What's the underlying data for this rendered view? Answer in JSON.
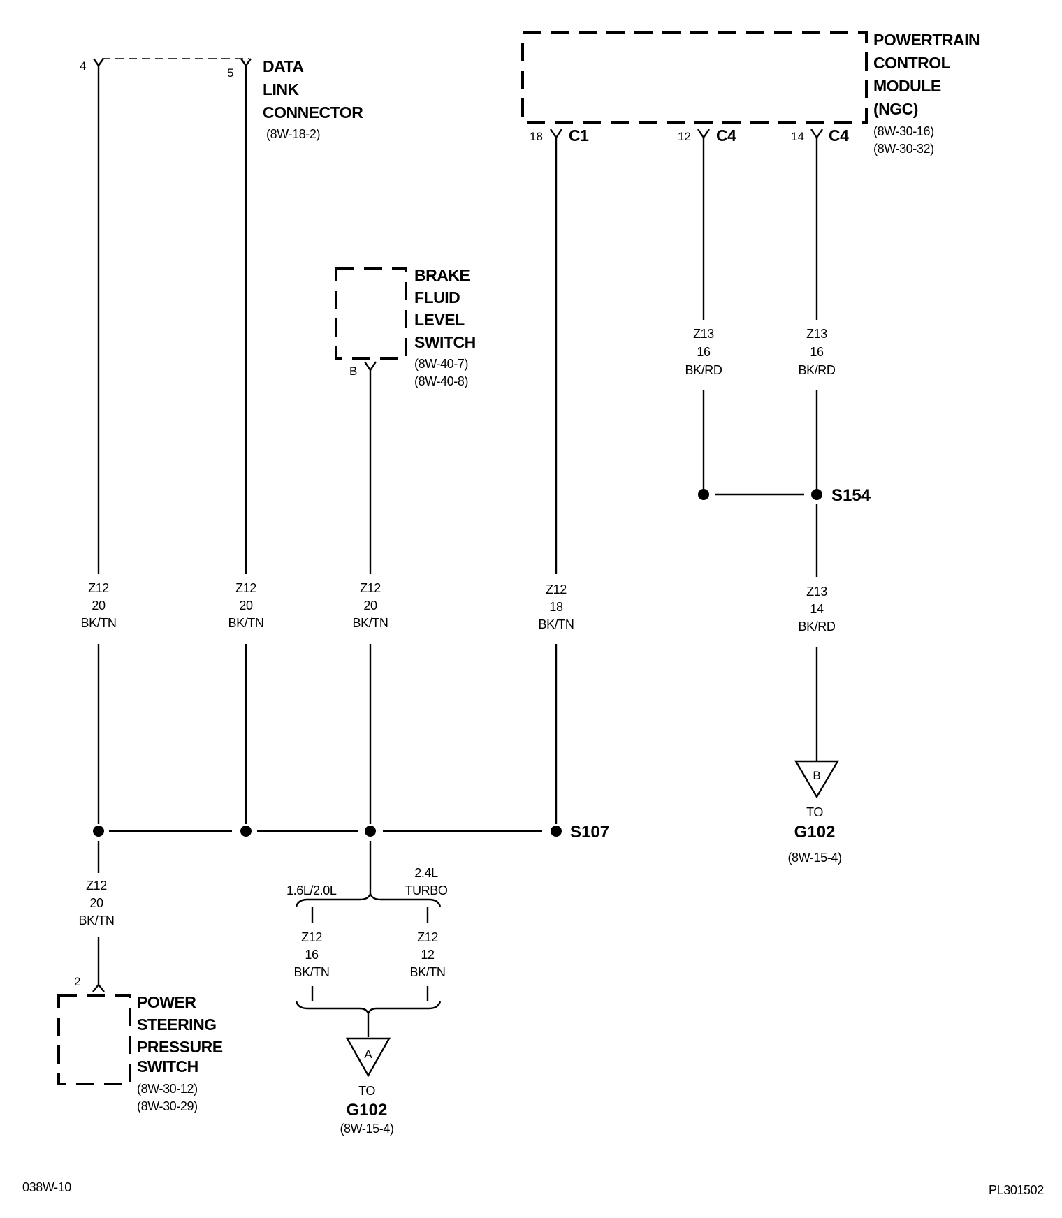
{
  "page": {
    "code_left": "038W-10",
    "code_right": "PL301502"
  },
  "data_link_connector": {
    "name": [
      "DATA",
      "LINK",
      "CONNECTOR"
    ],
    "ref": "(8W-18-2)",
    "pin_a": "4",
    "pin_b": "5"
  },
  "pcm": {
    "name": [
      "POWERTRAIN",
      "CONTROL",
      "MODULE",
      "(NGC)"
    ],
    "refs": [
      "(8W-30-16)",
      "(8W-30-32)"
    ],
    "pins": [
      {
        "num": "18",
        "conn": "C1"
      },
      {
        "num": "12",
        "conn": "C4"
      },
      {
        "num": "14",
        "conn": "C4"
      }
    ]
  },
  "brake_switch": {
    "name": [
      "BRAKE",
      "FLUID",
      "LEVEL",
      "SWITCH"
    ],
    "refs": [
      "(8W-40-7)",
      "(8W-40-8)"
    ],
    "pin": "B"
  },
  "ps_switch": {
    "name": [
      "POWER",
      "STEERING",
      "PRESSURE",
      "SWITCH"
    ],
    "refs": [
      "(8W-30-12)",
      "(8W-30-29)"
    ],
    "pin": "2"
  },
  "wires": {
    "w1": [
      "Z12",
      "20",
      "BK/TN"
    ],
    "w2": [
      "Z12",
      "20",
      "BK/TN"
    ],
    "w3": [
      "Z12",
      "20",
      "BK/TN"
    ],
    "w4": [
      "Z12",
      "18",
      "BK/TN"
    ],
    "w5": [
      "Z13",
      "16",
      "BK/RD"
    ],
    "w6": [
      "Z13",
      "16",
      "BK/RD"
    ],
    "w7": [
      "Z13",
      "14",
      "BK/RD"
    ],
    "w8": [
      "Z12",
      "20",
      "BK/TN"
    ],
    "w9": [
      "Z12",
      "16",
      "BK/TN"
    ],
    "w10": [
      "Z12",
      "12",
      "BK/TN"
    ]
  },
  "splices": {
    "s107": "S107",
    "s154": "S154"
  },
  "options": {
    "left": "1.6L/2.0L",
    "right": [
      "2.4L",
      "TURBO"
    ]
  },
  "grounds": {
    "a": {
      "letter": "A",
      "to": "TO",
      "name": "G102",
      "ref": "(8W-15-4)"
    },
    "b": {
      "letter": "B",
      "to": "TO",
      "name": "G102",
      "ref": "(8W-15-4)"
    }
  }
}
